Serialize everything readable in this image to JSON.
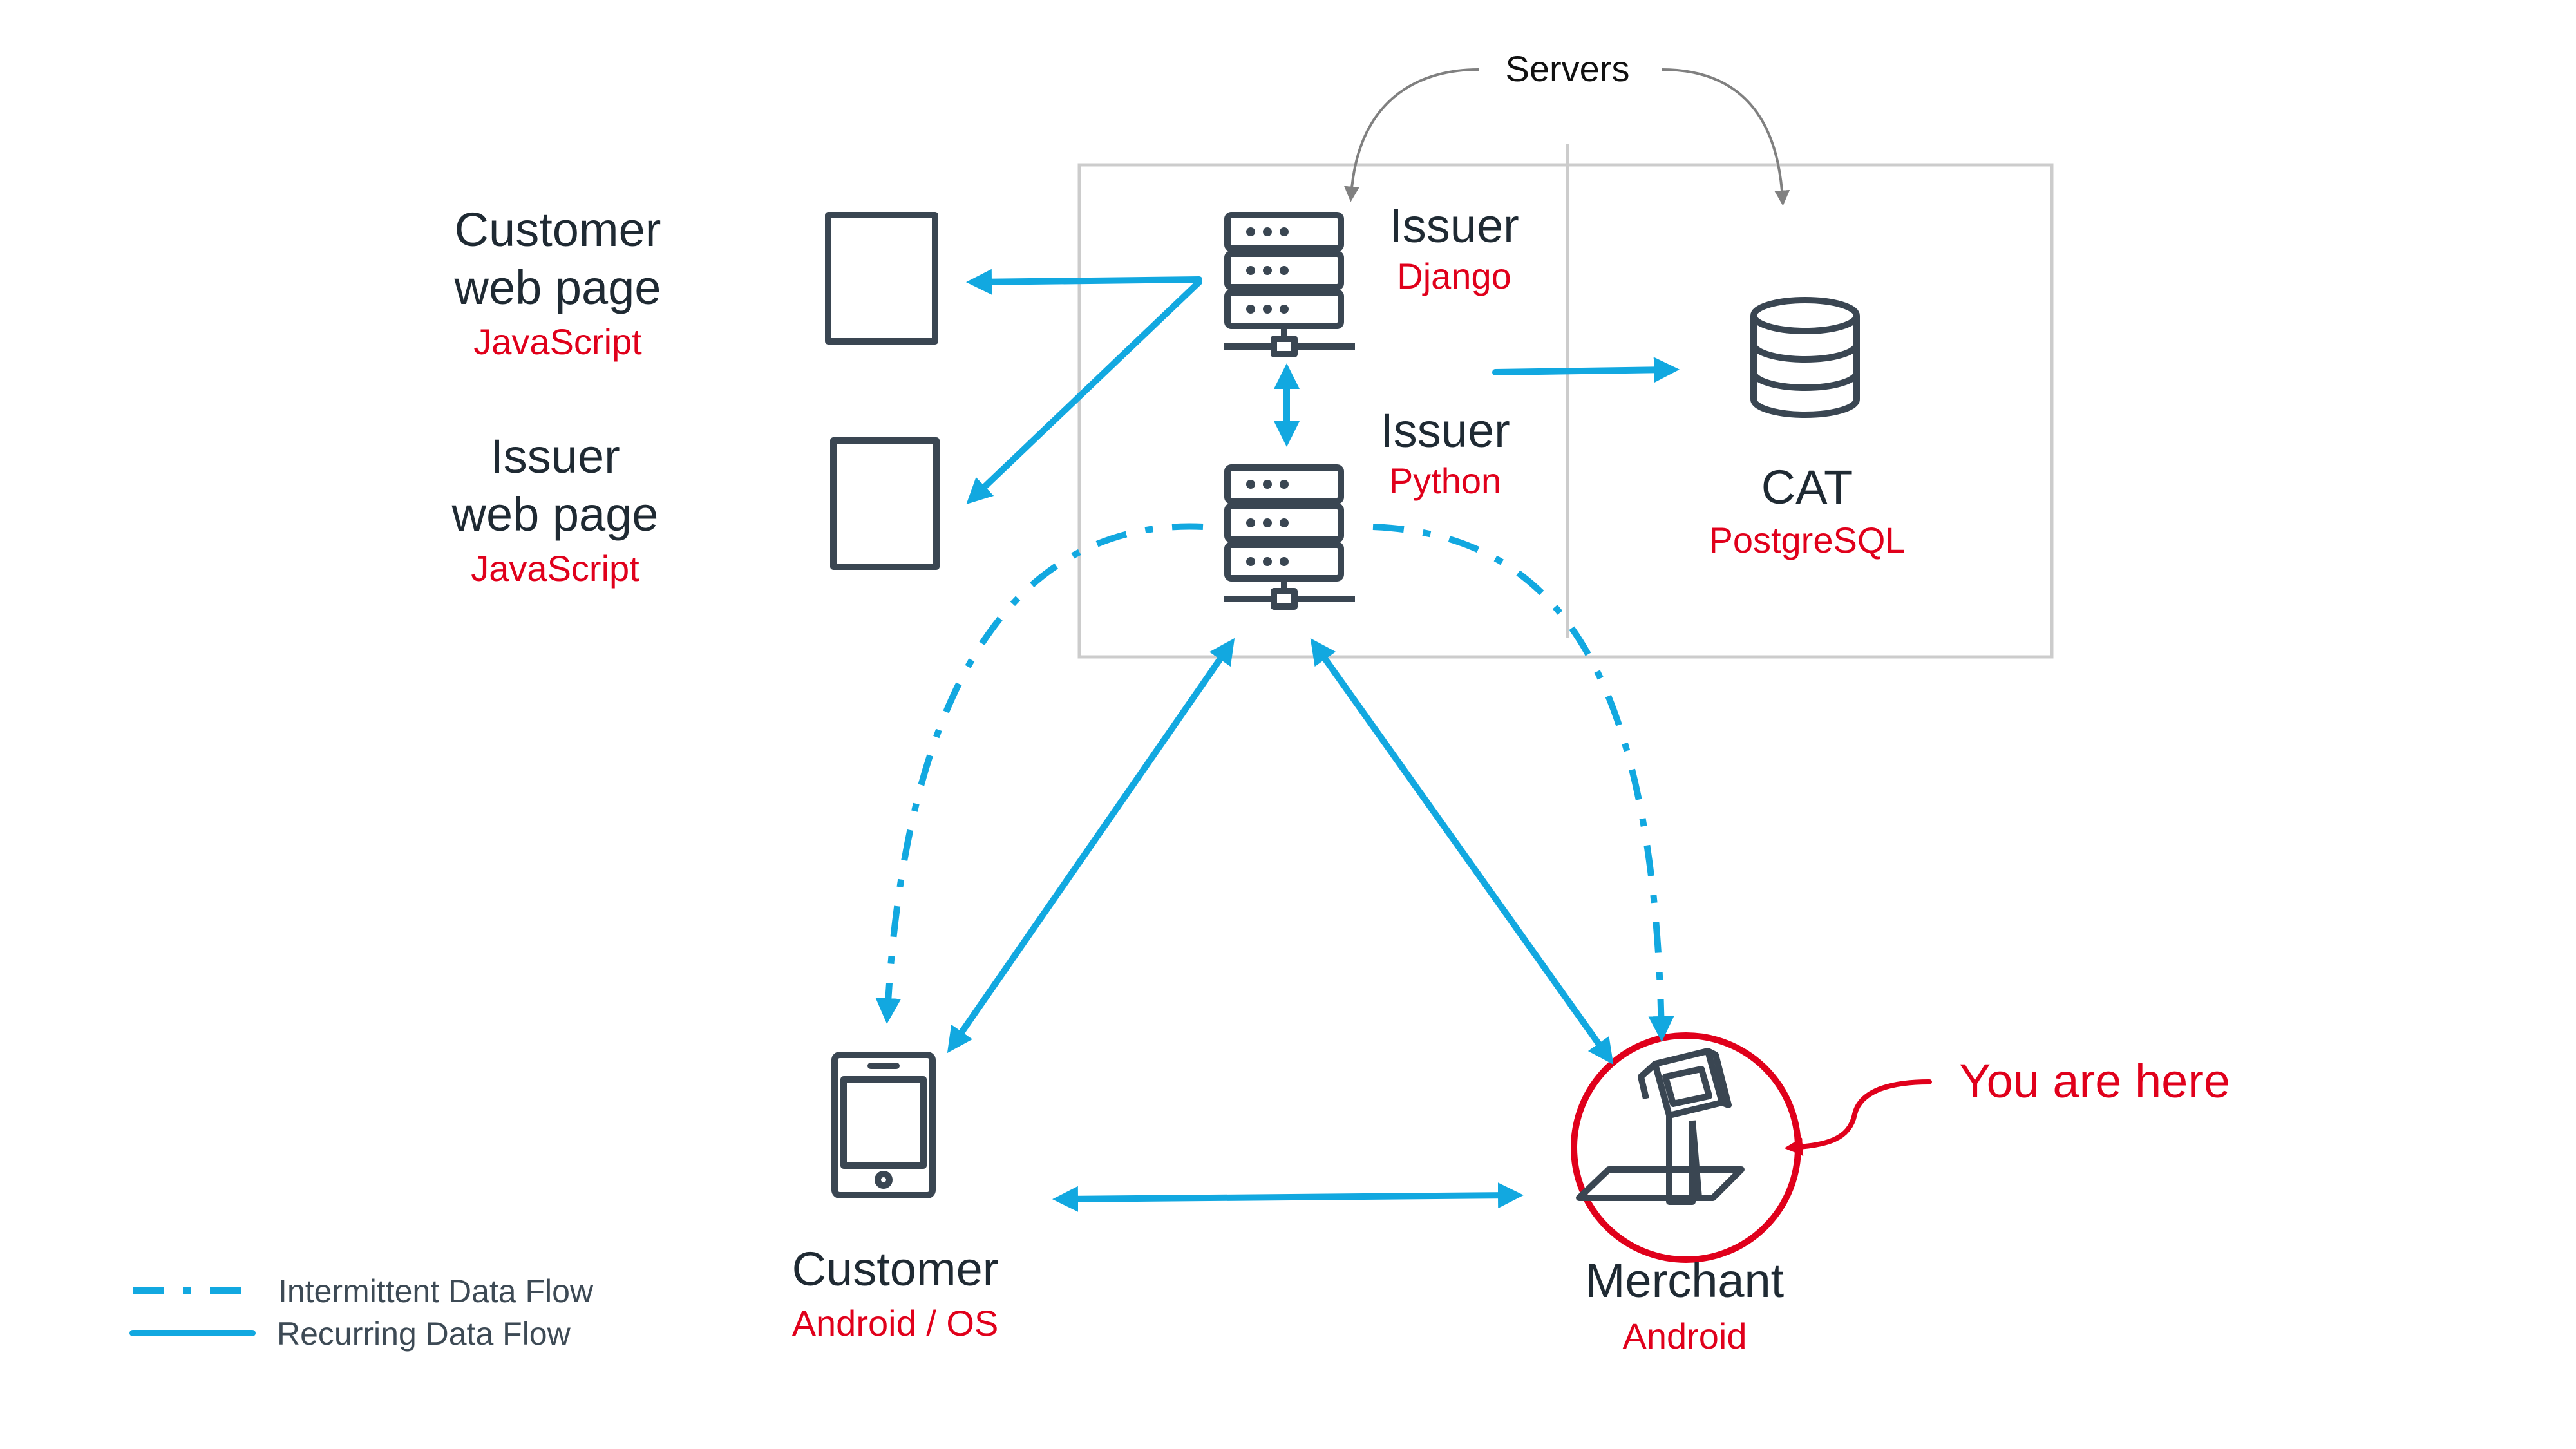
{
  "servers_label": "Servers",
  "nodes": {
    "customer_web_page": {
      "title_line1": "Customer",
      "title_line2": "web page",
      "tech": "JavaScript",
      "icon": "document-icon"
    },
    "issuer_web_page": {
      "title_line1": "Issuer",
      "title_line2": "web page",
      "tech": "JavaScript",
      "icon": "document-icon"
    },
    "issuer_django": {
      "title": "Issuer",
      "tech": "Django",
      "icon": "server-icon"
    },
    "issuer_python": {
      "title": "Issuer",
      "tech": "Python",
      "icon": "server-icon"
    },
    "cat": {
      "title": "CAT",
      "tech": "PostgreSQL",
      "icon": "database-icon"
    },
    "customer": {
      "title": "Customer",
      "tech": "Android / OS",
      "icon": "smartphone-icon"
    },
    "merchant": {
      "title": "Merchant",
      "tech": "Android",
      "icon": "kiosk-icon"
    }
  },
  "callout": {
    "text": "You are here"
  },
  "legend": {
    "intermittent": "Intermittent Data Flow",
    "recurring": "Recurring Data Flow"
  },
  "colors": {
    "flow": "#12a8e0",
    "accent_red": "#e0001b",
    "icon": "#3a4652",
    "servers_box": "#cccccc"
  }
}
